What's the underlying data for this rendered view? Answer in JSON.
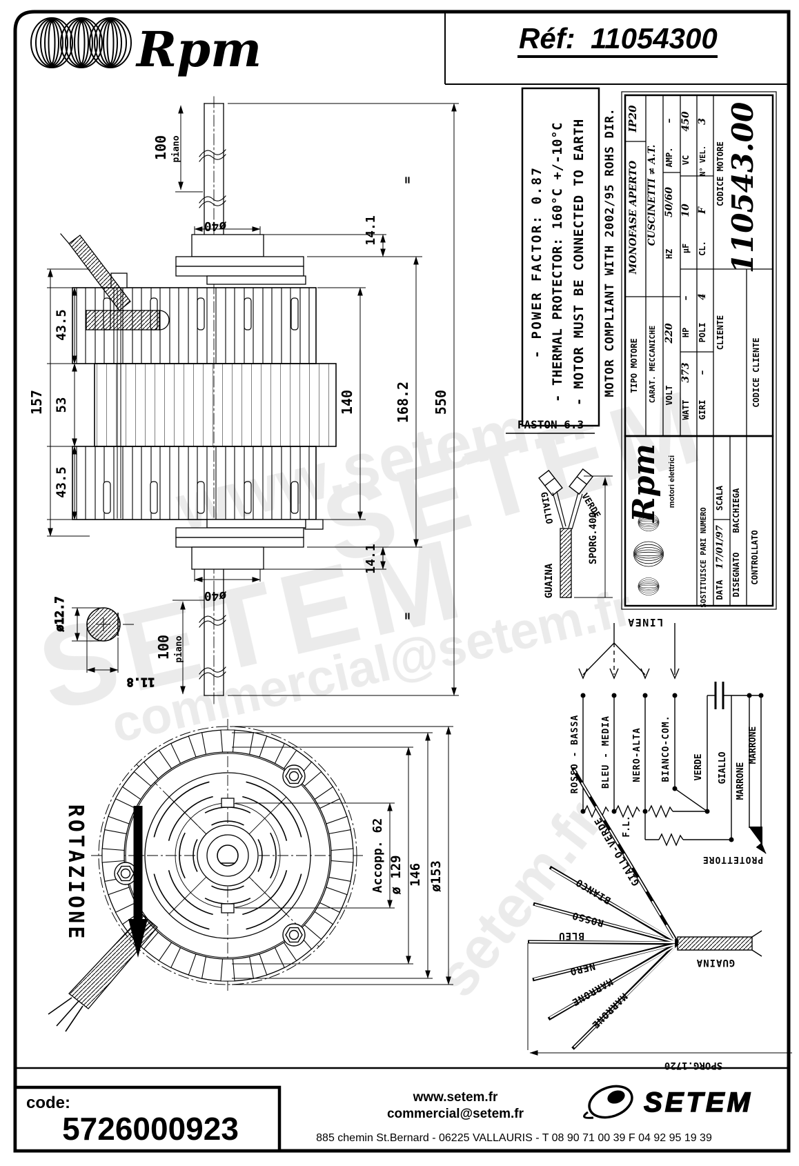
{
  "header": {
    "brand": "Rpm",
    "ref_label": "Réf:",
    "ref_value": "11054300"
  },
  "notes": {
    "power": "- POWER FACTOR: 0.87",
    "thermal": "- THERMAL PROTECTOR: 160°C +/-10°C",
    "earth": "- MOTOR MUST BE CONNECTED TO EARTH",
    "compliance": "MOTOR COMPLIANT WITH 2002/95 ROHS DIR."
  },
  "titleblock": {
    "tipo_label": "TIPO MOTORE",
    "tipo_value": "MONOFASE APERTO",
    "ip": "IP20",
    "carat_label": "CARAT. MECCANICHE",
    "carat_value": "CUSCINETTI ≠ A.T.",
    "volt_label": "VOLT",
    "volt_value": "220",
    "hz_label": "HZ",
    "hz_value": "50/60",
    "amp_label": "AMP.",
    "amp_value": "–",
    "watt_label": "WATT",
    "watt_value": "373",
    "hp_label": "HP",
    "hp_value": "–",
    "uf_label": "µF",
    "uf_value": "10",
    "vc_label": "VC",
    "vc_value": "450",
    "giri_label": "GIRI",
    "giri_value": "–",
    "poli_label": "POLI",
    "poli_value": "4",
    "cl_label": "CL.",
    "cl_value": "F",
    "nvel_label": "N° VEL.",
    "nvel_value": "3",
    "cliente_label": "CLIENTE",
    "codice_motore_label": "CODICE MOTORE",
    "codice_motore_value": "110543.00",
    "codice_cliente_label": "CODICE CLIENTE",
    "brand": "Rpm",
    "brand_sub": "motori elettrici",
    "sostituisce": "SOSTITUISCE PARI NUMERO",
    "data_label": "DATA",
    "data_value": "17/01/97",
    "scala_label": "SCALA",
    "disegnato_label": "DISEGNATO",
    "disegnato_value": "BACCHIEGA",
    "controllato_label": "CONTROLLATO"
  },
  "side_view": {
    "dim_100": "100",
    "piano": "piano",
    "dim_40": "ø40",
    "dim_43a": "43.5",
    "dim_53": "53",
    "dim_43b": "43.5",
    "dim_157": "157",
    "dim_141": "14.1",
    "dim_140": "140",
    "dim_1682": "168.2",
    "dim_550": "550",
    "equal": "=",
    "dim_127": "ø12.7",
    "dim_118": "11.8"
  },
  "front_view": {
    "rotazione": "ROTAZIONE",
    "accopp": "Accopp. 62",
    "dim_129": "ø 129",
    "dim_146": "146",
    "dim_153": "ø153"
  },
  "faston": {
    "label": "FASTON 6.3",
    "giallo": "GIALLO",
    "verde": "VERDE",
    "guaina": "GUAINA",
    "sporg": "SPORG.400"
  },
  "wiring": {
    "linea": "LINEA",
    "rosso": "ROSSO - BASSA",
    "bleu": "BLEU - MEDIA",
    "nero": "NERO-ALTA",
    "bianco": "BIANCO-COM.",
    "verde": "VERDE",
    "giallo": "GIALLO",
    "marrone_a": "MARRONE",
    "marrone_b": "MARRONE",
    "fl": "F.L.",
    "protettore": "PROTETTORE"
  },
  "fan": {
    "wires": [
      "GIALLO-VERDE",
      "BIANCO",
      "ROSSO",
      "BLEU",
      "NERO",
      "MARRONE",
      "MARRONE"
    ],
    "guaina": "GUAINA",
    "sporg": "SPORG.1720"
  },
  "watermarks": {
    "site": "www.setem.fr",
    "brand": "SETEM",
    "email": "commercial@setem.fr",
    "frag": "setem.fr"
  },
  "footer": {
    "code_label": "code:",
    "code_value": "5726000923",
    "site": "www.setem.fr",
    "email": "commercial@setem.fr",
    "address": "885 chemin St.Bernard  -  06225 VALLAURIS  -  T 08 90 71 00 39   F 04 92 95 19 39",
    "logo": "SETEM"
  }
}
